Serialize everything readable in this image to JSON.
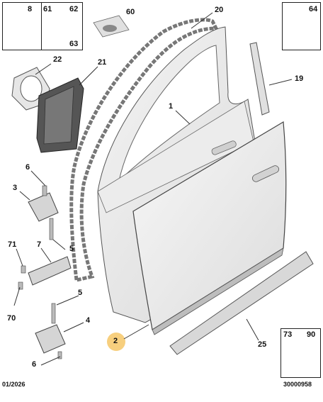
{
  "corner_boxes": {
    "decals": {
      "labels": [
        "8",
        "61",
        "62",
        "63"
      ]
    },
    "clips": {
      "label": "60"
    },
    "grommet": {
      "label": "64"
    },
    "fastener": {
      "labels": [
        "73",
        "90"
      ]
    }
  },
  "callouts": [
    {
      "id": "20",
      "text": "20"
    },
    {
      "id": "22",
      "text": "22"
    },
    {
      "id": "21",
      "text": "21"
    },
    {
      "id": "19",
      "text": "19"
    },
    {
      "id": "1",
      "text": "1"
    },
    {
      "id": "6a",
      "text": "6"
    },
    {
      "id": "3",
      "text": "3"
    },
    {
      "id": "71",
      "text": "71"
    },
    {
      "id": "7",
      "text": "7"
    },
    {
      "id": "5a",
      "text": "5"
    },
    {
      "id": "70",
      "text": "70"
    },
    {
      "id": "5b",
      "text": "5"
    },
    {
      "id": "4",
      "text": "4"
    },
    {
      "id": "2",
      "text": "2"
    },
    {
      "id": "6b",
      "text": "6"
    },
    {
      "id": "25",
      "text": "25"
    }
  ],
  "highlight": {
    "callout": "2",
    "color": "#f7cf7e"
  },
  "footer": {
    "date": "01/2026",
    "reference": "30000958"
  },
  "colors": {
    "panel": "#e9e9e9",
    "outline": "#555555",
    "seal": "#777777"
  }
}
